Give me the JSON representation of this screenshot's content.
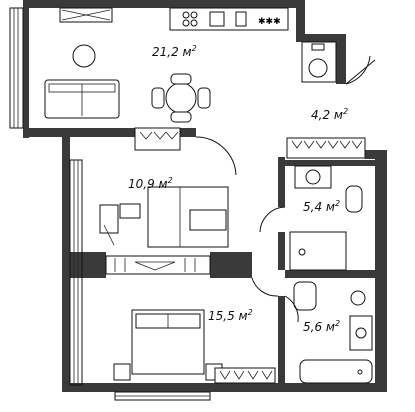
{
  "rooms": [
    {
      "id": "living-kitchen",
      "area": "21,2",
      "unit": "м",
      "power": "2"
    },
    {
      "id": "hall",
      "area": "4,2",
      "unit": "м",
      "power": "2"
    },
    {
      "id": "bedroom-small",
      "area": "10,9",
      "unit": "м",
      "power": "2"
    },
    {
      "id": "bathroom",
      "area": "5,4",
      "unit": "м",
      "power": "2"
    },
    {
      "id": "bedroom-large",
      "area": "15,5",
      "unit": "м",
      "power": "2"
    },
    {
      "id": "bathroom-2",
      "area": "5,6",
      "unit": "м",
      "power": "2"
    }
  ]
}
